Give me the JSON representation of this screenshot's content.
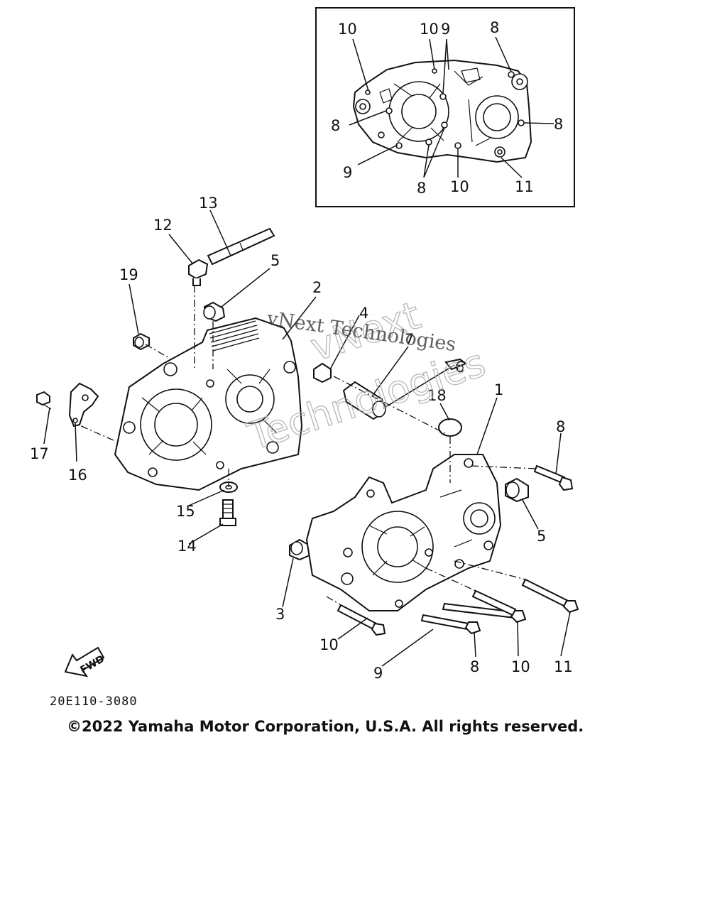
{
  "watermark": {
    "small": "vNext Technologies",
    "large_line1": "vNext",
    "large_line2": "Technologies"
  },
  "drawing_code": "20E110-3080",
  "copyright": "©2022 Yamaha Motor Corporation, U.S.A. All rights reserved.",
  "inset_callouts": [
    "10",
    "10",
    "9",
    "8",
    "8",
    "8",
    "9",
    "8",
    "10",
    "11"
  ],
  "main_callouts": [
    "13",
    "12",
    "5",
    "19",
    "2",
    "4",
    "7",
    "6",
    "18",
    "1",
    "8",
    "17",
    "16",
    "15",
    "14",
    "5",
    "3",
    "10",
    "9",
    "8",
    "10",
    "11"
  ],
  "fwd_label": "FWD"
}
